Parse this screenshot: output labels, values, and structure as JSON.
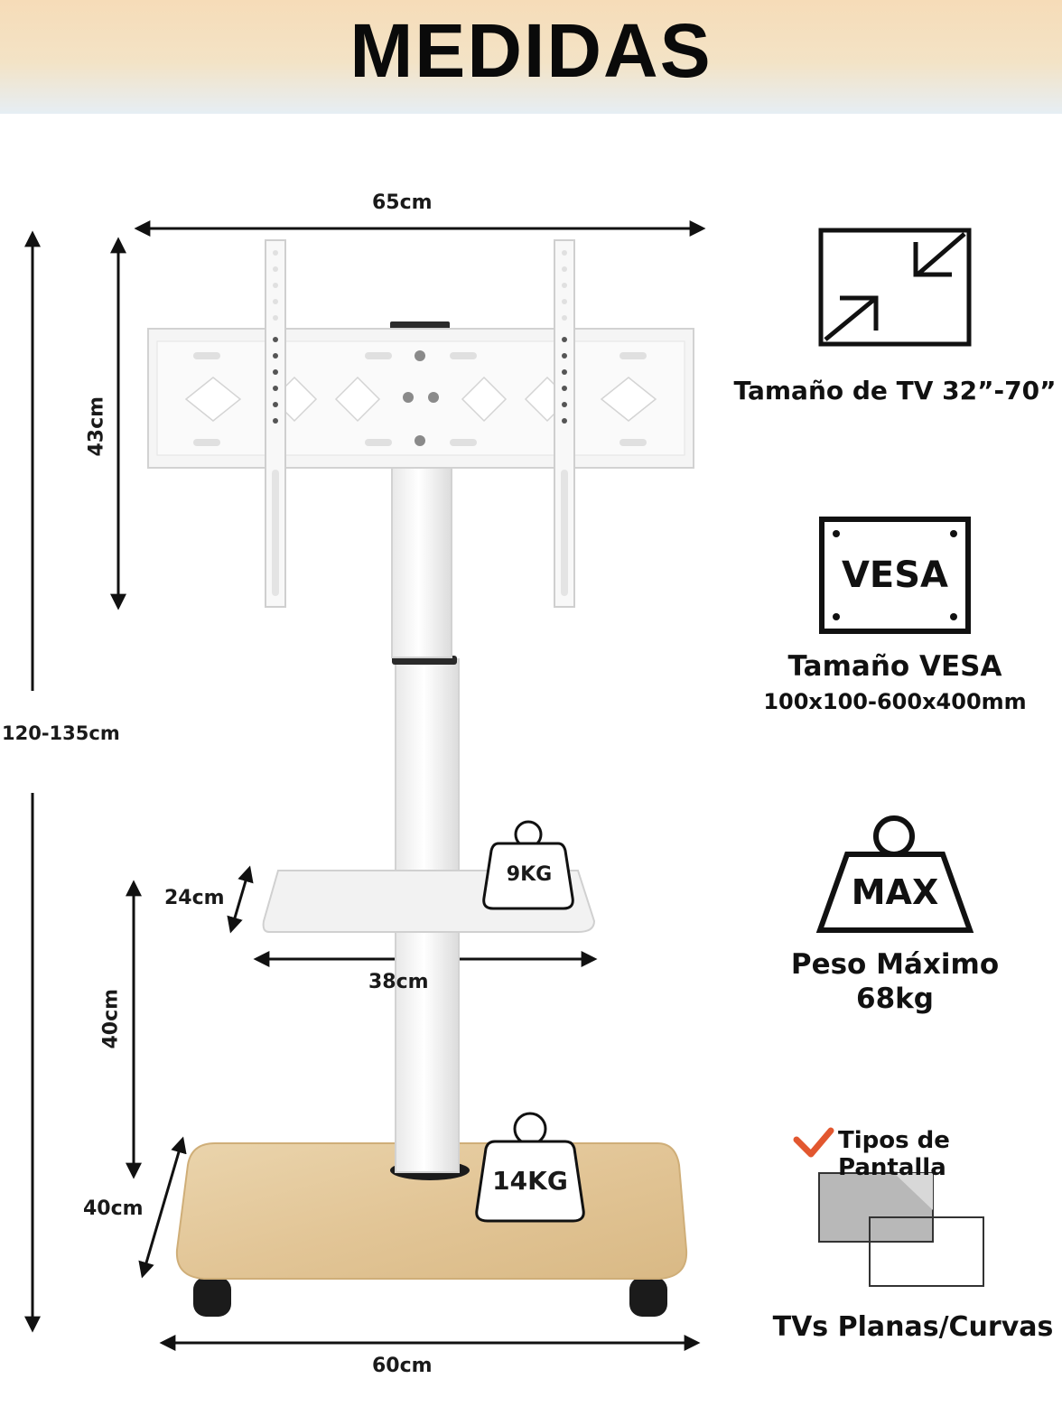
{
  "header": {
    "title": "MEDIDAS"
  },
  "dimensions": {
    "width_top": "65cm",
    "mount_height": "43cm",
    "total_height": "120-135cm",
    "shelf_depth": "24cm",
    "shelf_width": "38cm",
    "shelf_height": "40cm",
    "base_depth": "40cm",
    "base_width": "60cm"
  },
  "loads": {
    "shelf": "9KG",
    "base": "14KG"
  },
  "specs": {
    "tv_size": "Tamaño de TV 32”-70”",
    "vesa_icon": "VESA",
    "vesa_title": "Tamaño VESA",
    "vesa_value": "100x100-600x400mm",
    "max_icon": "MAX",
    "weight_title": "Peso Máximo",
    "weight_value": "68kg",
    "screen_types_title": "Tipos de Pantalla",
    "screen_types_value": "TVs Planas/Curvas"
  },
  "colors": {
    "wood": "#e3c89c",
    "check": "#e2572f",
    "header_top": "#f6dcb8",
    "header_bottom": "#e6eef4"
  }
}
